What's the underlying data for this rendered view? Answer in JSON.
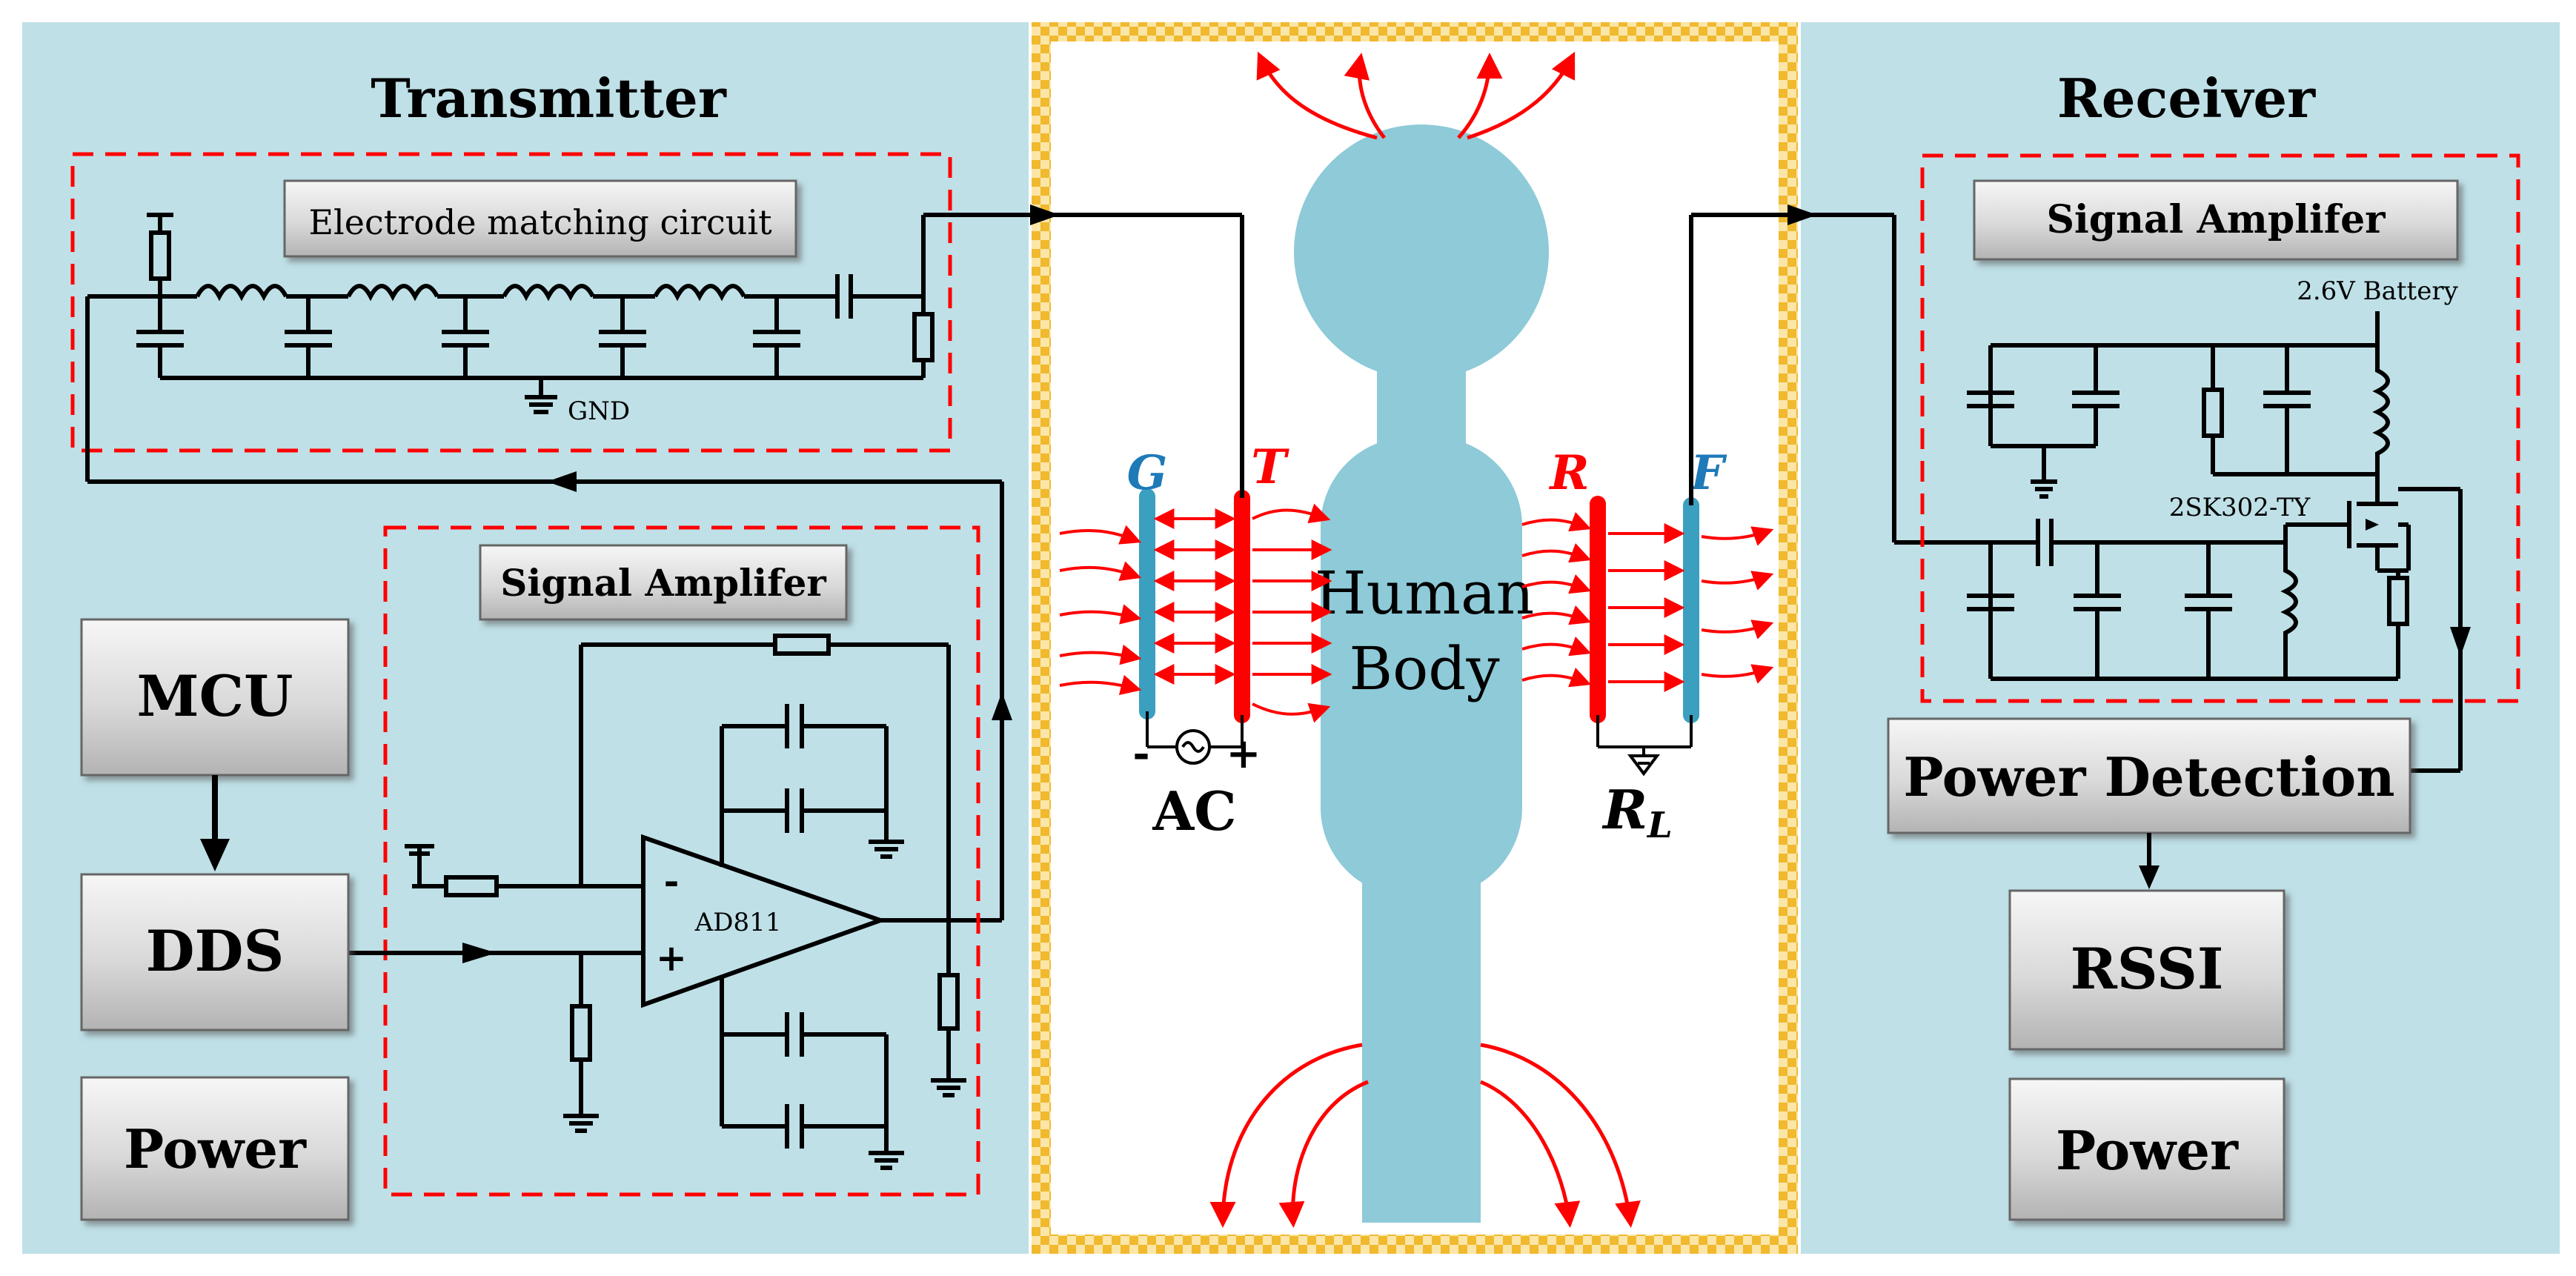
{
  "transmitter": {
    "title": "Transmitter",
    "electrode_matching_label": "Electrode matching circuit",
    "gnd_label": "GND",
    "amp_label": "Signal Amplifer",
    "opamp_label": "AD811",
    "opamp_minus": "-",
    "opamp_plus": "+",
    "mcu_label": "MCU",
    "dds_label": "DDS",
    "power_label": "Power"
  },
  "body": {
    "label_line1": "Human",
    "label_line2": "Body",
    "electrode_g": "G",
    "electrode_t": "T",
    "electrode_r": "R",
    "electrode_f": "F",
    "source_minus": "-",
    "source_plus": "+",
    "source_label": "AC",
    "load_label": "R",
    "load_subscript": "L"
  },
  "receiver": {
    "title": "Receiver",
    "amp_label": "Signal Amplifer",
    "battery_label": "2.6V Battery",
    "fet_label": "2SK302-TY",
    "power_detection_label": "Power Detection",
    "rssi_label": "RSSI",
    "power_label": "Power"
  },
  "colors": {
    "panel": "#bfe0e7",
    "body": "#8ecad8",
    "electrode_red": "#ff0000",
    "electrode_blue": "#3b9fc0",
    "label_blue": "#1f7ab8",
    "border_gold": "#f2c24a",
    "box_gray": "#d9d9d9"
  }
}
